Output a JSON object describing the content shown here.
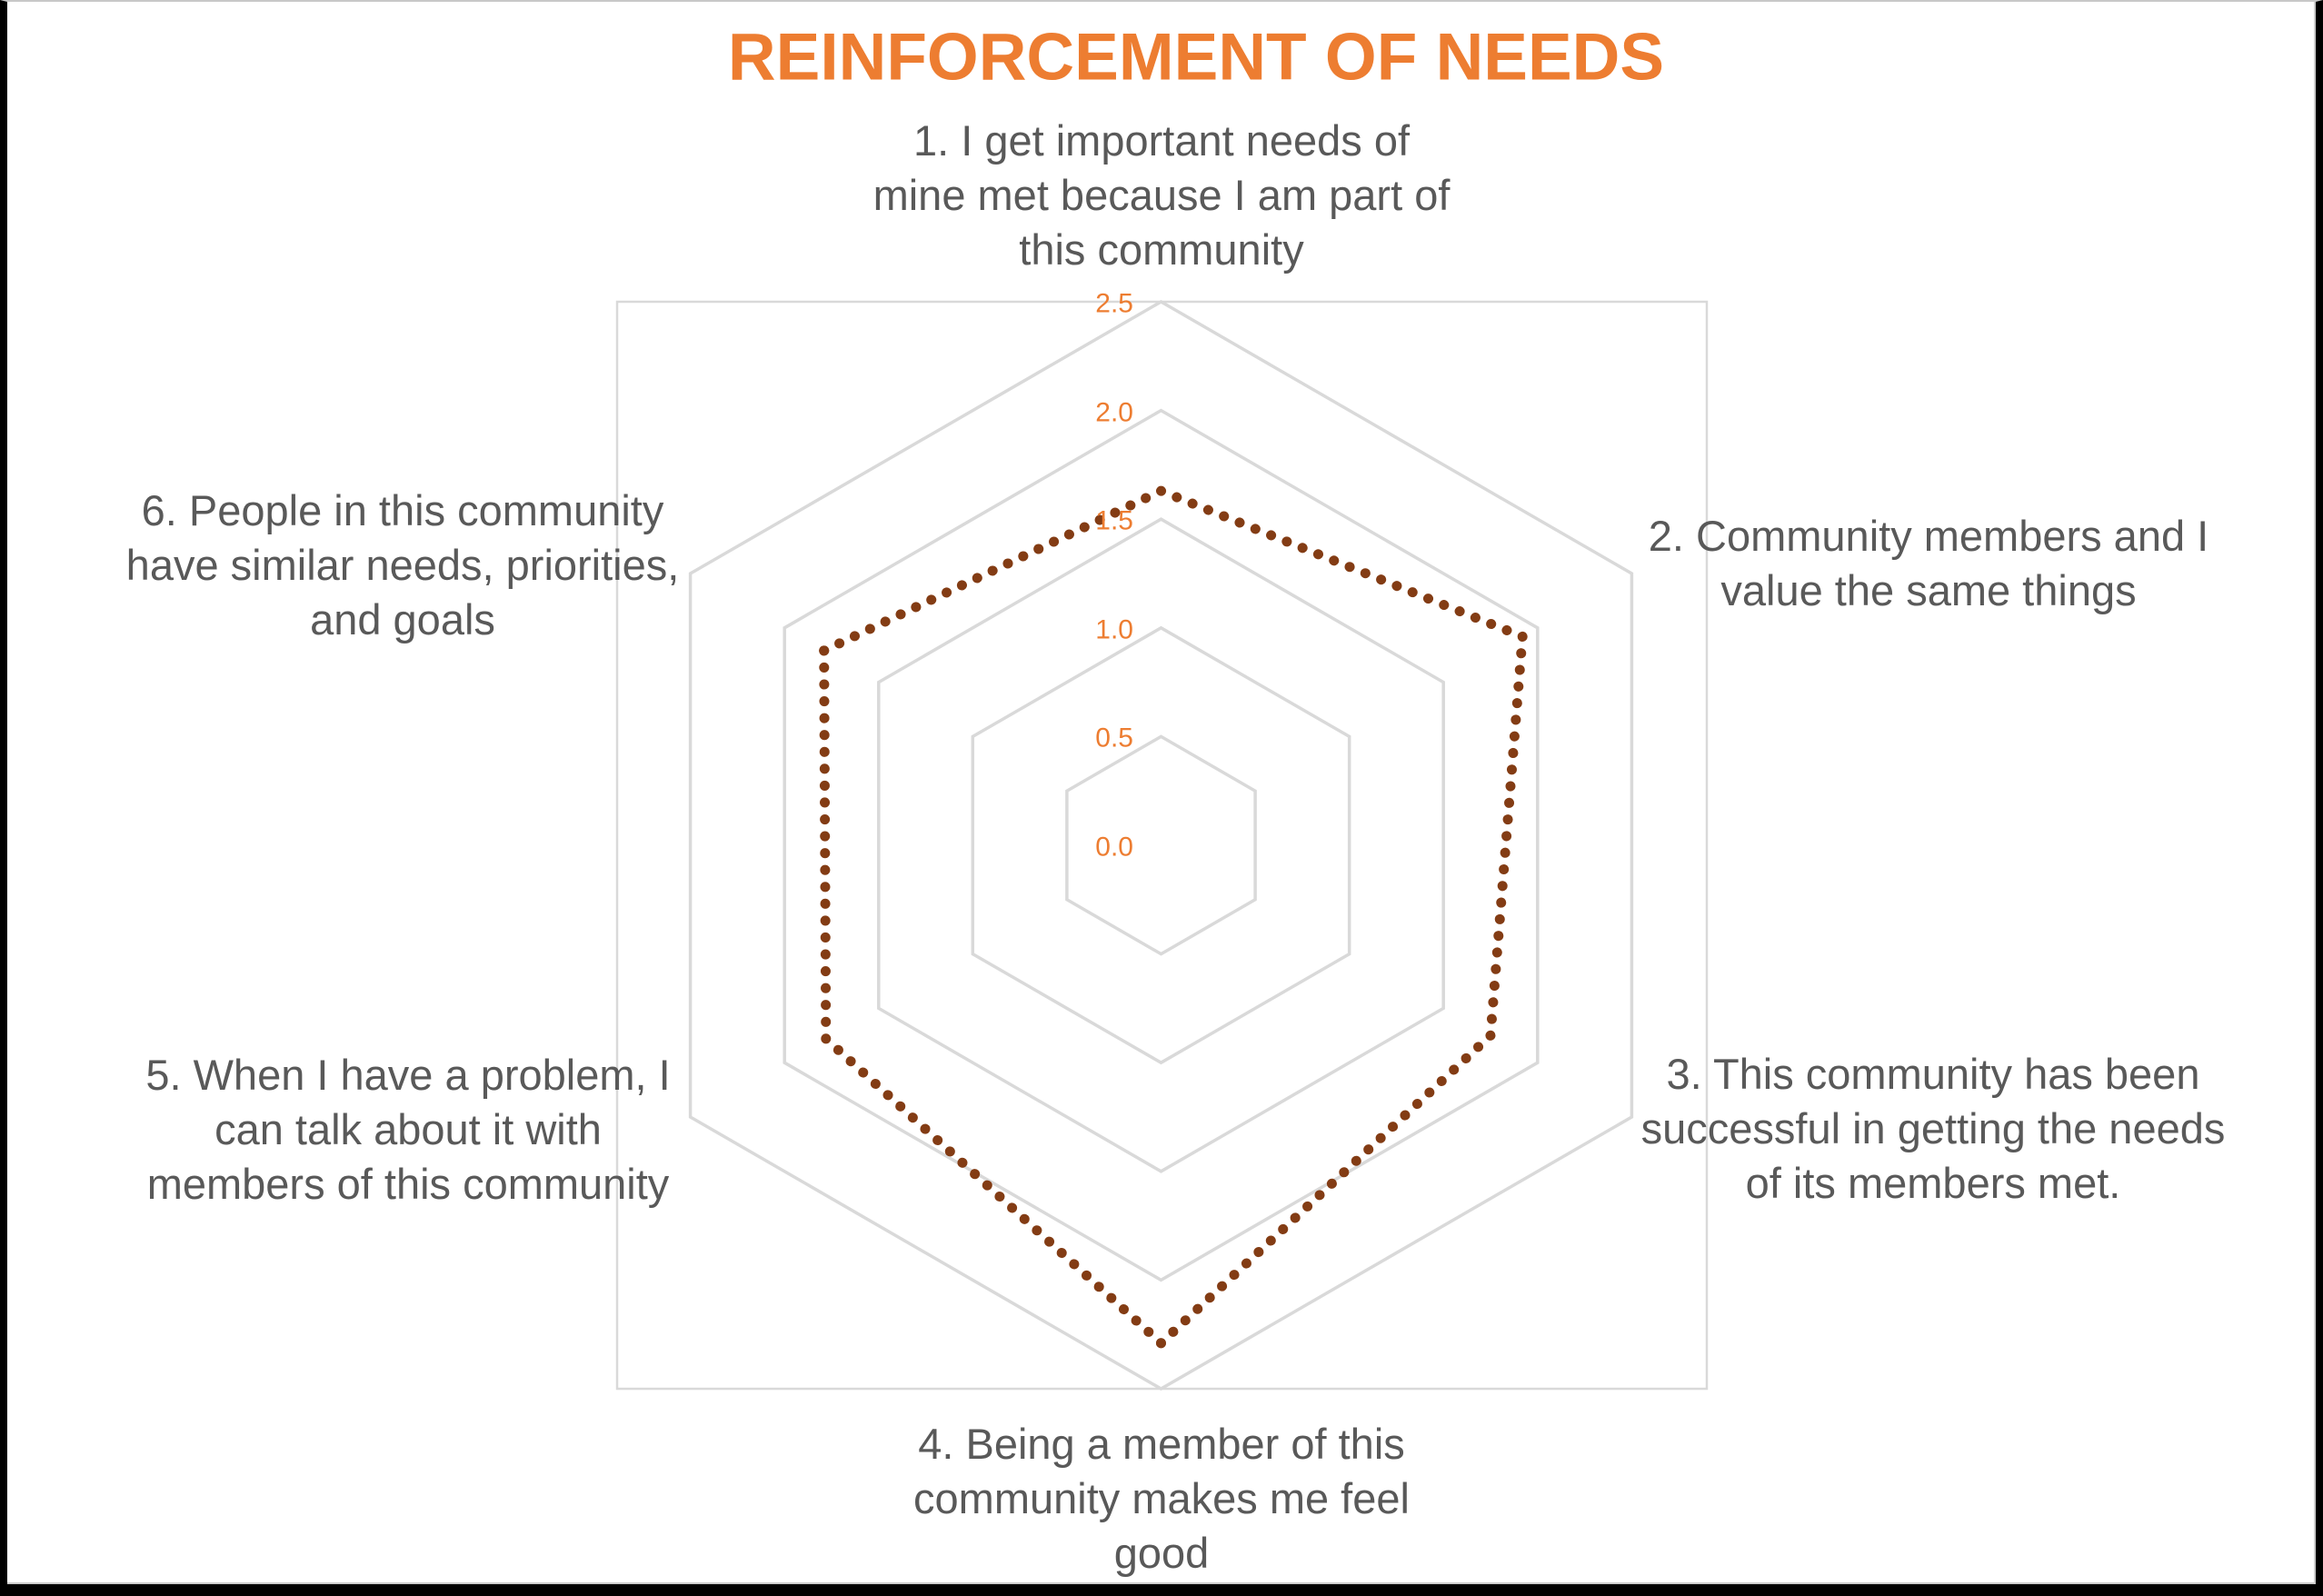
{
  "title": "REINFORCEMENT OF NEEDS",
  "chart_data": {
    "type": "radar",
    "categories": [
      "1. I get important needs of mine met because I am part of this community",
      "2. Community members and I value the same things",
      "3. This community has been successful in getting the needs of its members met.",
      "4. Being a member of this community makes me feel good",
      "5. When I have a problem, I can talk about it with members of this community",
      "6. People in this community have similar needs, priorities, and goals"
    ],
    "categories_display": [
      "1. I get important needs of\nmine met because I am part of\nthis community",
      "2. Community members and I\nvalue the same things",
      "3. This community has been\nsuccessful in getting the needs\nof its members met.",
      "4. Being a member of this\ncommunity makes me feel\ngood",
      "5. When I have a problem, I\ncan talk about it with\nmembers of this community",
      "6. People in this community\nhave similar needs, priorities,\nand goals"
    ],
    "values": [
      1.63,
      1.92,
      1.75,
      2.29,
      1.78,
      1.79
    ],
    "axis_min": 0.0,
    "axis_max": 2.5,
    "ring_step": 0.5,
    "tick_labels": [
      "2.5",
      "2.0",
      "1.5",
      "1.0",
      "0.5",
      "0.0"
    ],
    "grid": true,
    "legend_position": "none",
    "line_style": "dotted",
    "colors": {
      "title": "#ED7D31",
      "ticks": "#ED7D31",
      "labels": "#595959",
      "series": "#833C14",
      "grid": "#D9D9D9",
      "plot_border": "#D9D9D9",
      "background": "#FFFFFF"
    }
  }
}
